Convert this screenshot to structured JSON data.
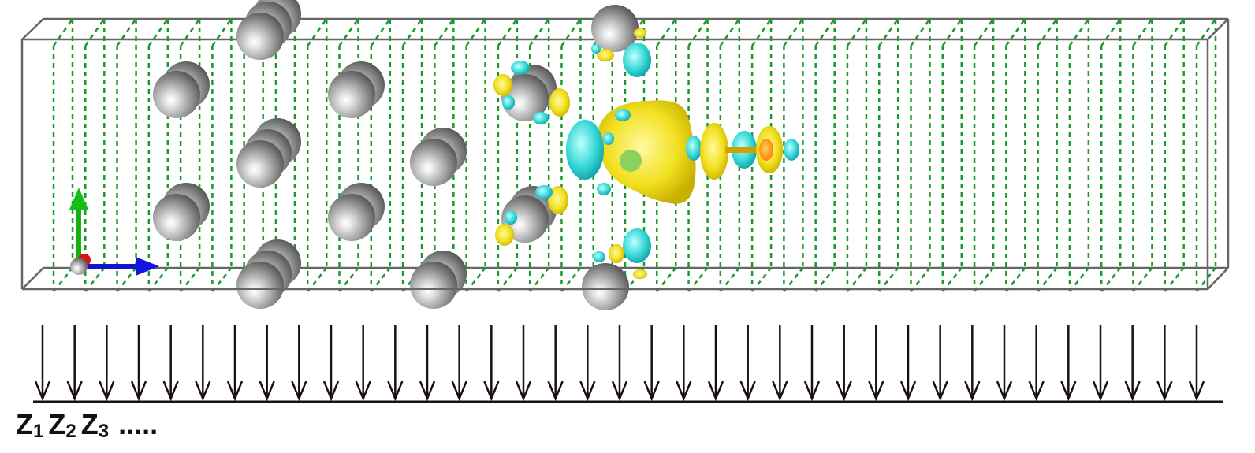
{
  "figure": {
    "z_labels": [
      {
        "letter": "Z",
        "index": "1"
      },
      {
        "letter": "Z",
        "index": "2"
      },
      {
        "letter": "Z",
        "index": "3"
      }
    ],
    "ellipsis": "....."
  },
  "colors": {
    "cell_edge": "#555555",
    "slice_plane": "#1a9a2a",
    "atom": "#9a9a9a",
    "density_positive": "#f0e020",
    "density_negative": "#30d8d8",
    "density_core": "#ff8c00",
    "axis_x": "#1010d0",
    "axis_y": "#10b010",
    "axis_z": "#d01010",
    "arrows": "#1a1010"
  },
  "slice_count": 37
}
